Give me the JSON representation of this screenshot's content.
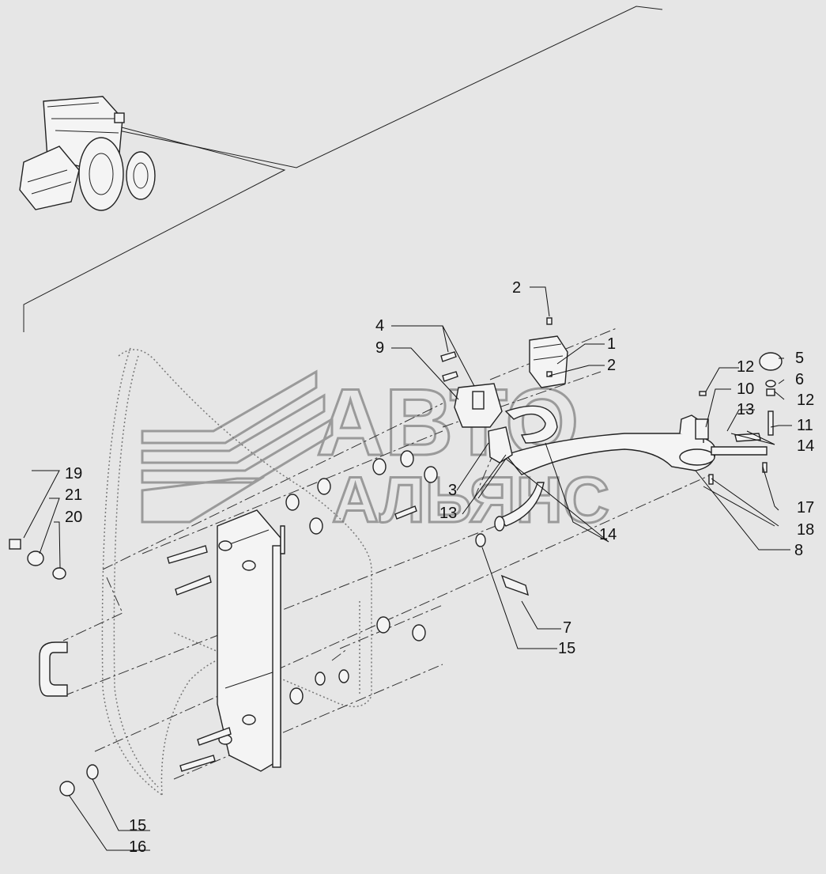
{
  "watermark": {
    "line1": "АВТО",
    "line2": "АЛЬЯНС"
  },
  "callouts": [
    {
      "id": "c-2a",
      "text": "2"
    },
    {
      "id": "c-4",
      "text": "4"
    },
    {
      "id": "c-9",
      "text": "9"
    },
    {
      "id": "c-1",
      "text": "1"
    },
    {
      "id": "c-2b",
      "text": "2"
    },
    {
      "id": "c-12a",
      "text": "12"
    },
    {
      "id": "c-5",
      "text": "5"
    },
    {
      "id": "c-6",
      "text": "6"
    },
    {
      "id": "c-10",
      "text": "10"
    },
    {
      "id": "c-12b",
      "text": "12"
    },
    {
      "id": "c-13a",
      "text": "13"
    },
    {
      "id": "c-11",
      "text": "11"
    },
    {
      "id": "c-14a",
      "text": "14"
    },
    {
      "id": "c-19",
      "text": "19"
    },
    {
      "id": "c-21",
      "text": "21"
    },
    {
      "id": "c-20",
      "text": "20"
    },
    {
      "id": "c-3",
      "text": "3"
    },
    {
      "id": "c-13b",
      "text": "13"
    },
    {
      "id": "c-14b",
      "text": "14"
    },
    {
      "id": "c-17",
      "text": "17"
    },
    {
      "id": "c-18",
      "text": "18"
    },
    {
      "id": "c-8",
      "text": "8"
    },
    {
      "id": "c-7",
      "text": "7"
    },
    {
      "id": "c-15a",
      "text": "15"
    },
    {
      "id": "c-15b",
      "text": "15"
    },
    {
      "id": "c-16",
      "text": "16"
    }
  ]
}
